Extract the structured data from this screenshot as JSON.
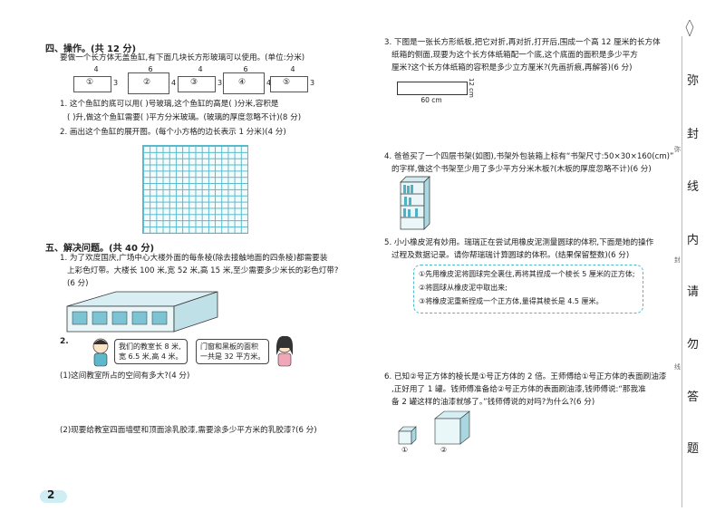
{
  "left": {
    "sec4_title": "四、操作。(共 12 分)",
    "sec4_intro": "要做一个长方体无盖鱼缸,有下面几块长方形玻璃可以使用。(单位:分米)",
    "panels": [
      {
        "num": "①",
        "top": "4",
        "side": "3"
      },
      {
        "num": "②",
        "top": "6",
        "side": "4"
      },
      {
        "num": "③",
        "top": "4",
        "side": "3"
      },
      {
        "num": "④",
        "top": "6",
        "side": "4"
      },
      {
        "num": "⑤",
        "top": "4",
        "side": "3"
      }
    ],
    "q1_line1": "1. 这个鱼缸的底可以用(      )号玻璃,这个鱼缸的高是(      )分米,容积是",
    "q1_line2": "(      )升,做这个鱼缸需要(      )平方分米玻璃。(玻璃的厚度忽略不计)(8 分)",
    "q2": "2. 画出这个鱼缸的展开图。(每个小方格的边长表示 1 分米)(4 分)",
    "sec5_title": "五、解决问题。(共 40 分)",
    "p1_line1": "1. 为了欢度国庆,广场中心大楼外面的每条棱(除去接触地面的四条棱)都需要装",
    "p1_line2": "上彩色灯带。大楼长 100 米,宽 52 米,高 15 米,至少需要多少米长的彩色灯带?",
    "p1_line3": "(6 分)",
    "p2_num": "2.",
    "bubble_boy_1": "我们的教室长 8 米,",
    "bubble_boy_2": "宽 6.5 米,高 4 米。",
    "bubble_girl_1": "门窗和黑板的面积",
    "bubble_girl_2": "一共是 32 平方米。",
    "p2_sub1": "(1)这间教室所占的空间有多大?(4 分)",
    "p2_sub2": "(2)现要给教室四面墙壁和顶面涂乳胶漆,需要涂多少平方米的乳胶漆?(6 分)",
    "page_num": "2"
  },
  "right": {
    "p3_line1": "3. 下图是一张长方形纸板,把它对折,再对折,打开后,围成一个高 12 厘米的长方体",
    "p3_line2": "纸箱的侧面,现要为这个长方体纸箱配一个底,这个底面的面积是多少平方",
    "p3_line3": "厘米?这个长方体纸箱的容积是多少立方厘米?(先画折痕,再解答)(6 分)",
    "p3_width_label": "60 cm",
    "p3_height_label": "12 cm",
    "p4_line1": "4. 爸爸买了一个四层书架(如图),书架外包装箱上标有“书架尺寸:50×30×160(cm)”",
    "p4_line2": "的字样,做这个书架至少用了多少平方分米木板?(木板的厚度忽略不计)(6 分)",
    "p5_line1": "5. 小小橡皮泥有妙用。瑞瑞正在尝试用橡皮泥测量圆球的体积,下面是她的操作",
    "p5_line2": "过程及数据记录。请你帮瑞瑞计算圆球的体积。(结果保留整数)(6 分)",
    "p5_steps": [
      "①先用橡皮泥将圆球完全裹住,再将其捏成一个棱长 5 厘米的正方体;",
      "②将圆球从橡皮泥中取出来;",
      "③将橡皮泥重新捏成一个正方体,量得其棱长是 4.5 厘米。"
    ],
    "p6_line1": "6. 已知②号正方体的棱长是①号正方体的 2 倍。王师傅给①号正方体的表面刷油漆",
    "p6_line2": ",正好用了 1 罐。钱师傅准备给②号正方体的表面刷油漆,钱师傅说:“那我准",
    "p6_line3": "备 2 罐这样的油漆就够了。”钱师傅说的对吗?为什么?(6 分)",
    "cube1_label": "①",
    "cube2_label": "②"
  },
  "sidebar": {
    "chars": [
      "弥",
      "封",
      "线",
      "内",
      "请",
      "勿",
      "答",
      "题"
    ],
    "small": [
      "弥",
      "封",
      "线"
    ]
  }
}
